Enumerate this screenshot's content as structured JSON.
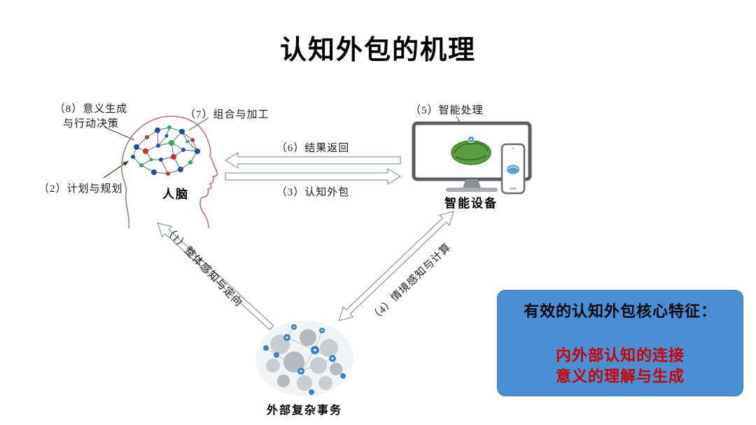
{
  "title": "认知外包的机理",
  "nodes": {
    "brain_label": "人脑",
    "device_label": "智能设备",
    "external_label": "外部复杂事务"
  },
  "annotations": {
    "step8_line1": "（8）意义生成",
    "step8_line2": "与行动决策",
    "step7": "（7）组合与加工",
    "step2": "（2）计划与规划",
    "step5": "（5）智能处理",
    "step6": "（6）结果返回",
    "step3": "（3）认知外包",
    "step1": "（1）整体感知与定向",
    "step4": "（4）情境感知与计算"
  },
  "callout": {
    "heading": "有效的认知外包核心特征：",
    "line1": "内外部认知的连接",
    "line2": "意义的理解与生成"
  },
  "icons": {
    "brain": "human-head-with-brain-network-icon",
    "device": "monitor-and-smartphone-icon",
    "external": "complex-network-cloud-icon"
  },
  "colors": {
    "callout_bg": "#4a8ed6",
    "callout_border": "#3877b8",
    "callout_heading_text": "#0a0a0a",
    "callout_red_text": "#cc0000",
    "arrow_outline": "#8f9aa3",
    "head_outline": "#b5756a",
    "brain_screen_green": "#5a9e3f",
    "network_blue": "#3b82c4"
  }
}
